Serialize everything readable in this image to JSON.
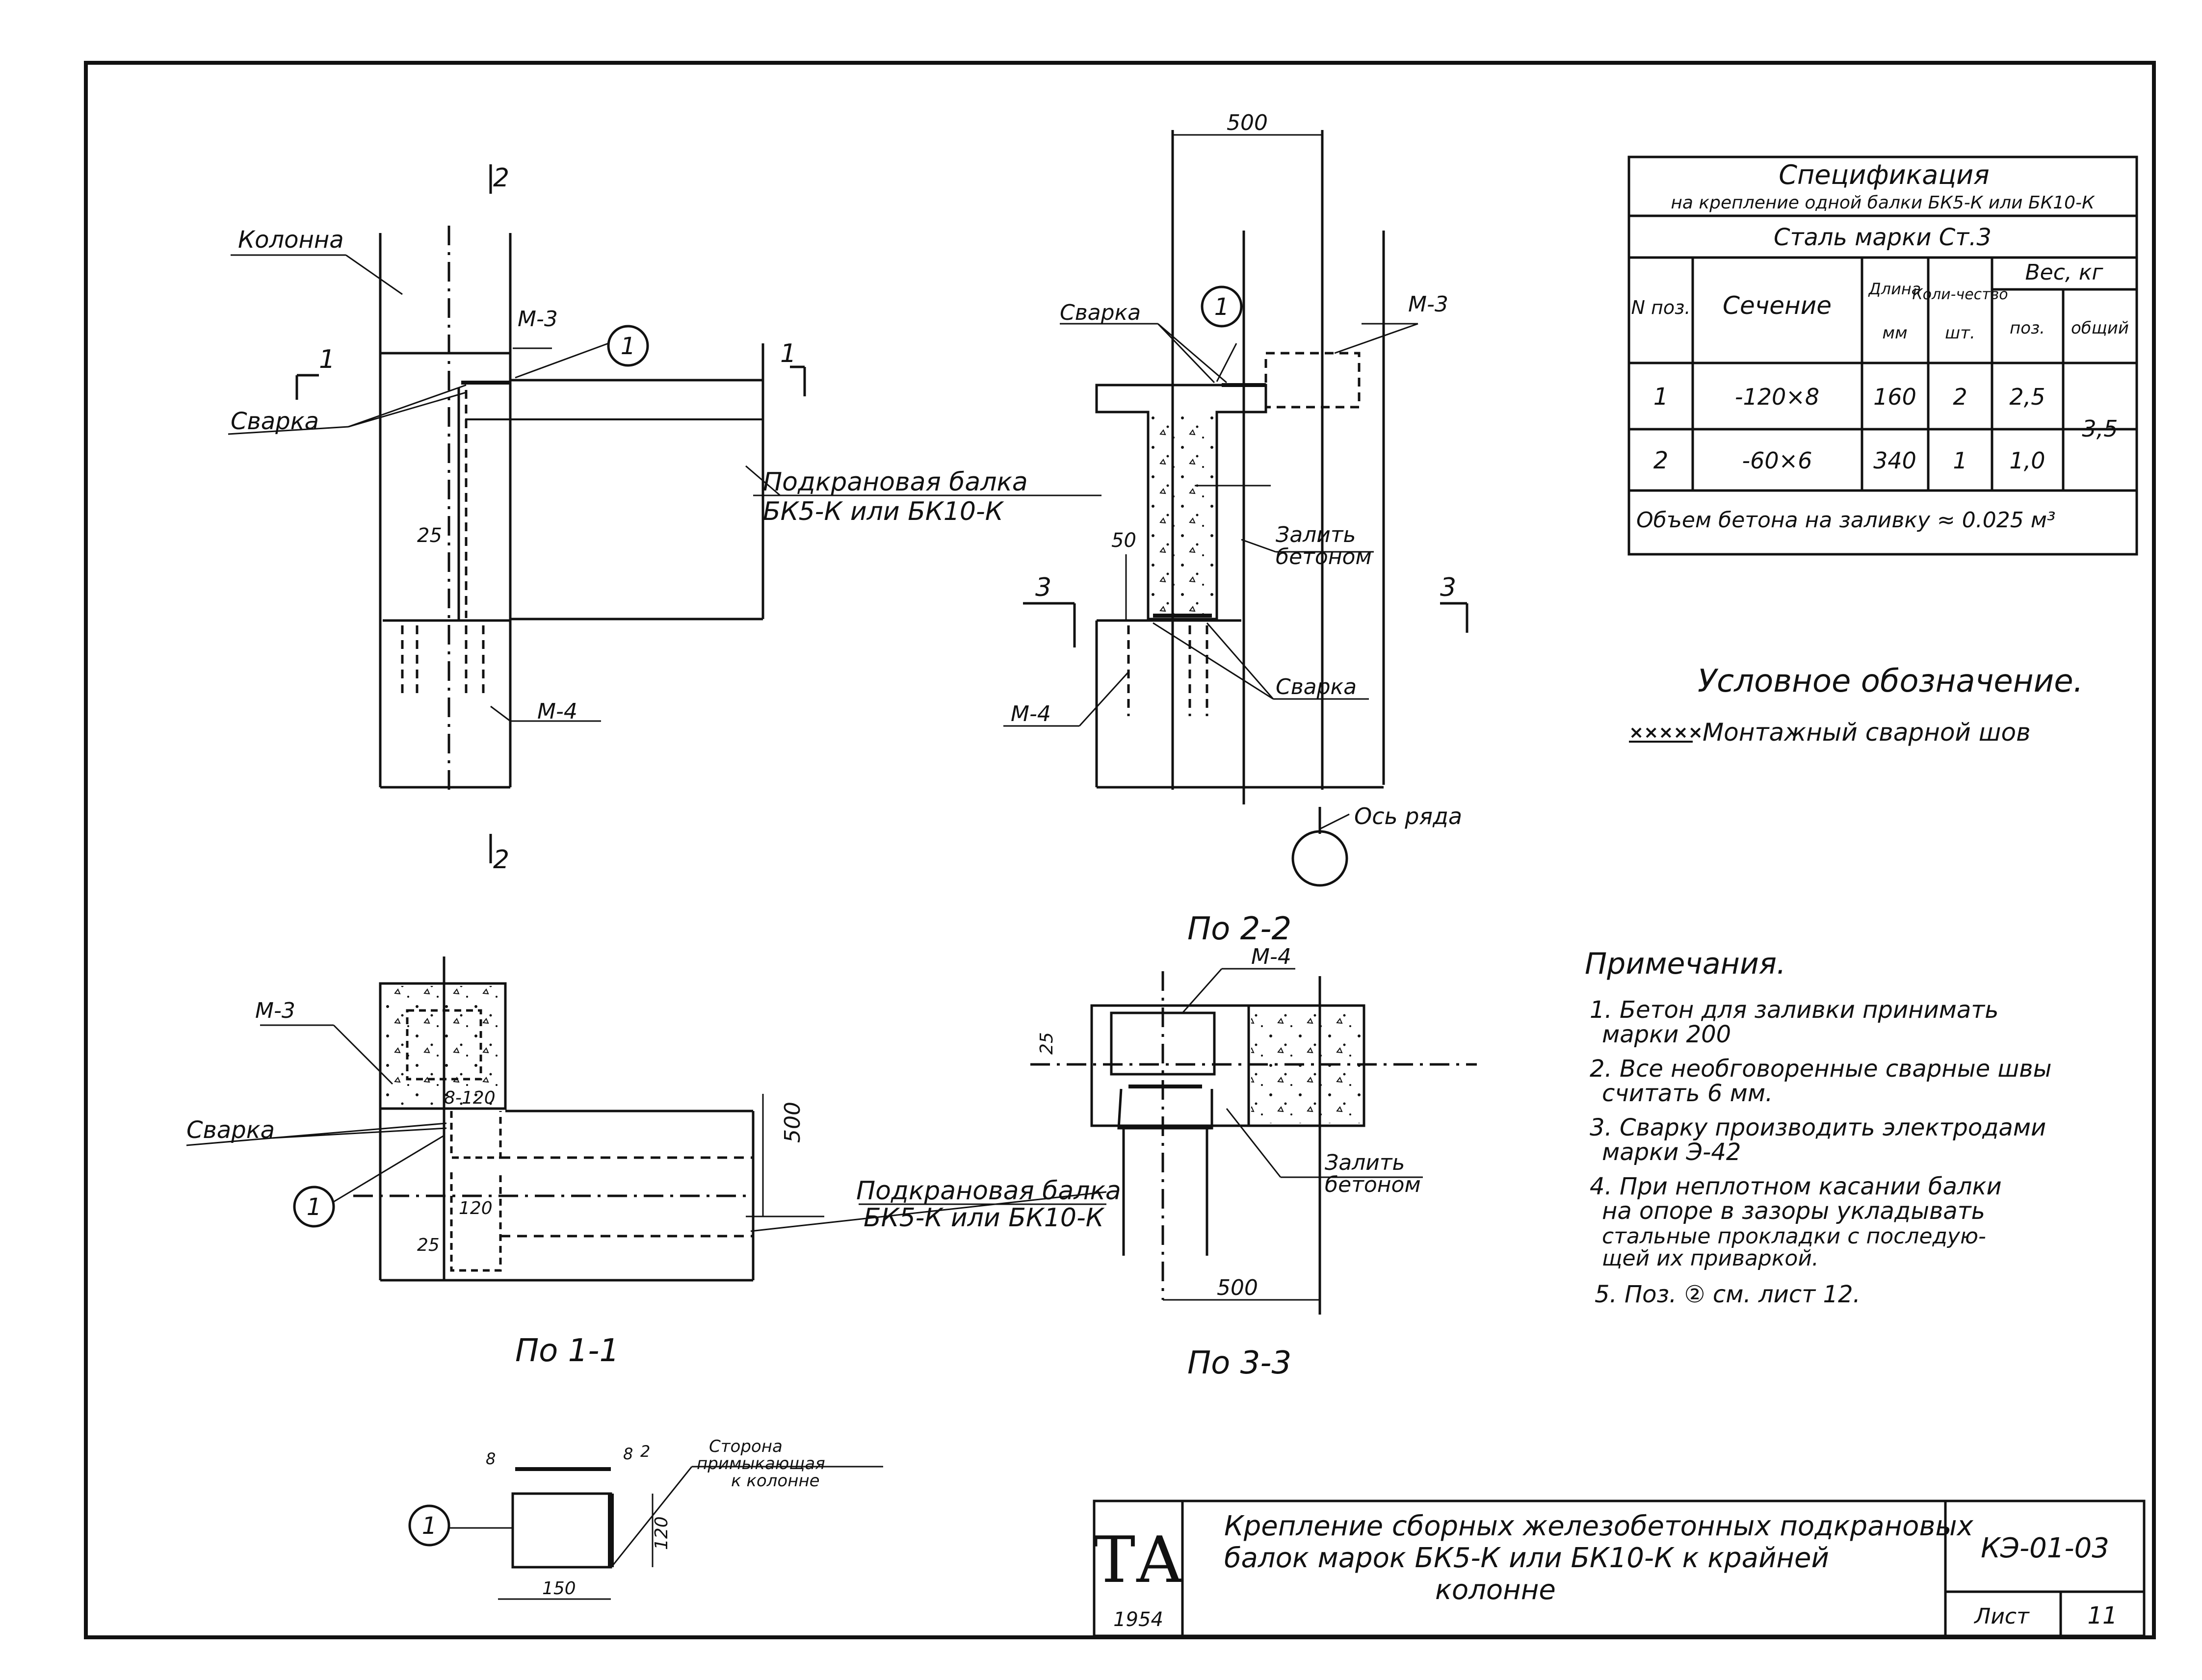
{
  "colors": {
    "ink": "#111111",
    "paper": "#ffffff"
  },
  "labels": {
    "column": "Колонна",
    "m3": "М-3",
    "m4": "М-4",
    "weld": "Сварка",
    "crane_beam_1": "Подкрановая балка",
    "crane_beam_2": "БК5-К или БК10-К",
    "crane_beam_2b": "БК5-К или БК10-К",
    "fill_concrete_1": "Залить",
    "fill_concrete_2": "бетоном",
    "axis": "Ось ряда",
    "cut1": "1",
    "cut2": "2",
    "cut3": "3",
    "pos1": "1",
    "pos2": "2",
    "dim_500": "500",
    "dim_50": "50",
    "dim_25": "25",
    "dim_120": "120",
    "dim_b120": "8-120",
    "dim_8": "8",
    "dim_2": "2",
    "dim_150": "150",
    "side_1": "Сторона",
    "side_2": "примыкающая",
    "side_3": "к колонне"
  },
  "views": {
    "v22": "По 2-2",
    "v11": "По 1-1",
    "v33": "По 3-3"
  },
  "spec": {
    "title": "Спецификация",
    "subtitle": "на крепление одной балки БК5-К или БК10-К",
    "steel": "Сталь марки Ст.3",
    "headers": {
      "pos": "N поз.",
      "section": "Сечение",
      "length": "Длина",
      "length_unit": "мм",
      "qty": "Коли-чество",
      "qty_unit": "шт.",
      "weight": "Вес, кг",
      "w_pos": "поз.",
      "w_total": "общий"
    },
    "rows": [
      {
        "pos": "1",
        "section": "-120×8",
        "length": "160",
        "qty": "2",
        "weight": "2,5"
      },
      {
        "pos": "2",
        "section": "-60×6",
        "length": "340",
        "qty": "1",
        "weight": "1,0"
      }
    ],
    "total": "3,5",
    "concrete": "Объем бетона на заливку ≈ 0.025 м³"
  },
  "legend": {
    "title": "Условное обозначение.",
    "symbol": "×××××",
    "text": "Монтажный сварной шов"
  },
  "notes": {
    "title": "Примечания.",
    "lines": [
      "1. Бетон для заливки принимать",
      "марки 200",
      "2. Все необговоренные сварные швы",
      "считать 6 мм.",
      "3. Сварку производить электродами",
      "марки Э-42",
      "4. При неплотном касании балки",
      "на опоре в зазоры укладывать",
      "стальные прокладки с последую-",
      "щей их приваркой.",
      "5. Поз. ② см. лист 12."
    ]
  },
  "title_block": {
    "logo": "ТА",
    "year": "1954",
    "title_1": "Крепление сборных железобетонных подкрановых",
    "title_2": "балок марок БК5-К или БК10-К к крайней",
    "title_3": "колонне",
    "code": "КЭ-01-03",
    "sheet_label": "Лист",
    "sheet_no": "11"
  }
}
